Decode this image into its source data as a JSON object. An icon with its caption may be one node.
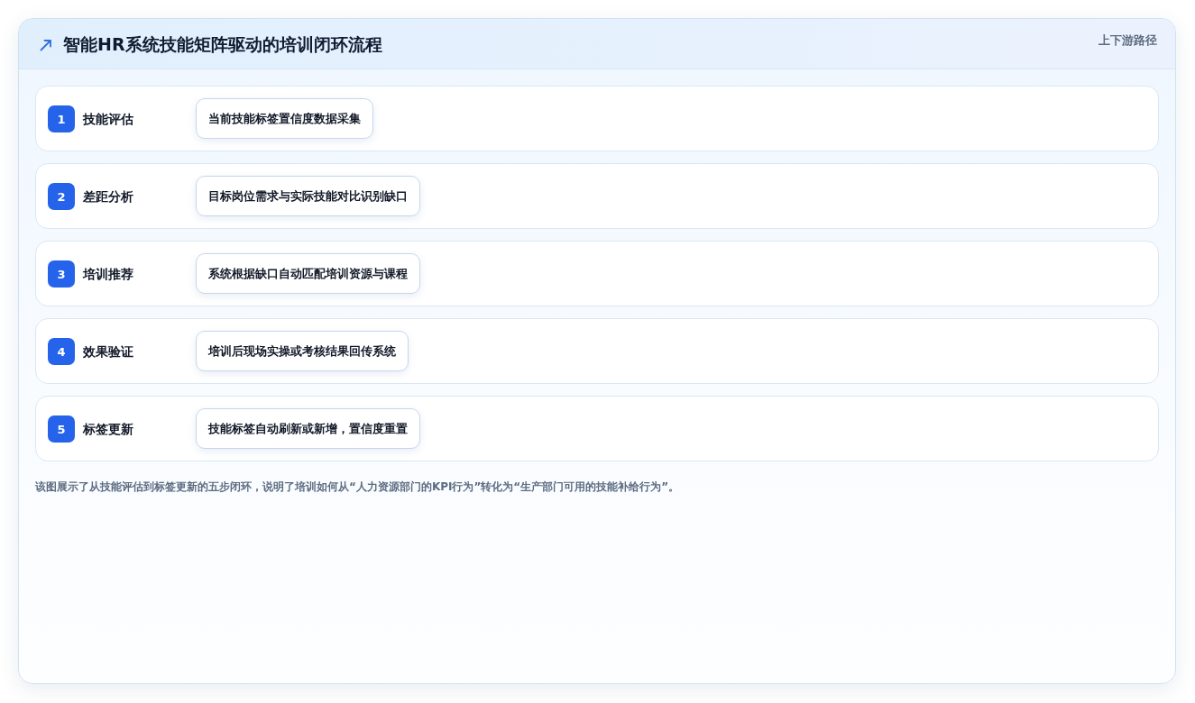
{
  "diagram": {
    "title": "智能HR系统技能矩阵驱动的培训闭环流程",
    "nodes": [
      {
        "text": [
          "技能评估"
        ]
      },
      {
        "text": [
          "1"
        ],
        "in": 0
      },
      {
        "text": [
          "当前技能标签置信度数据采集"
        ],
        "in": 0
      },
      {
        "text": [
          "差距分析"
        ]
      },
      {
        "text": [
          "2"
        ],
        "in": 3
      },
      {
        "text": [
          "目标岗位需求与实际技能对比识别缺口"
        ],
        "in": 3
      },
      {
        "text": [
          "培训推荐"
        ]
      },
      {
        "text": [
          "3"
        ],
        "in": 6
      },
      {
        "text": [
          "系统根据缺口自动匹配培训资源与课程"
        ],
        "in": 6
      },
      {
        "text": [
          "效果验证"
        ]
      },
      {
        "text": [
          "4"
        ],
        "in": 9
      },
      {
        "text": [
          "培训后现场实操或考核结果回传系统"
        ],
        "in": 9
      },
      {
        "text": [
          "标签更新"
        ]
      },
      {
        "text": [
          "5"
        ],
        "in": 12
      },
      {
        "text": [
          "技能标签自动刷新或新增，置信度重置"
        ],
        "in": 12
      }
    ],
    "labels": [
      "上下游路径"
    ],
    "caption": "该图展示了从技能评估到标签更新的五步闭环，说明了培训如何从“人力资源部门的KPI行为”转化为“生产部门可用的技能补给行为”。"
  }
}
